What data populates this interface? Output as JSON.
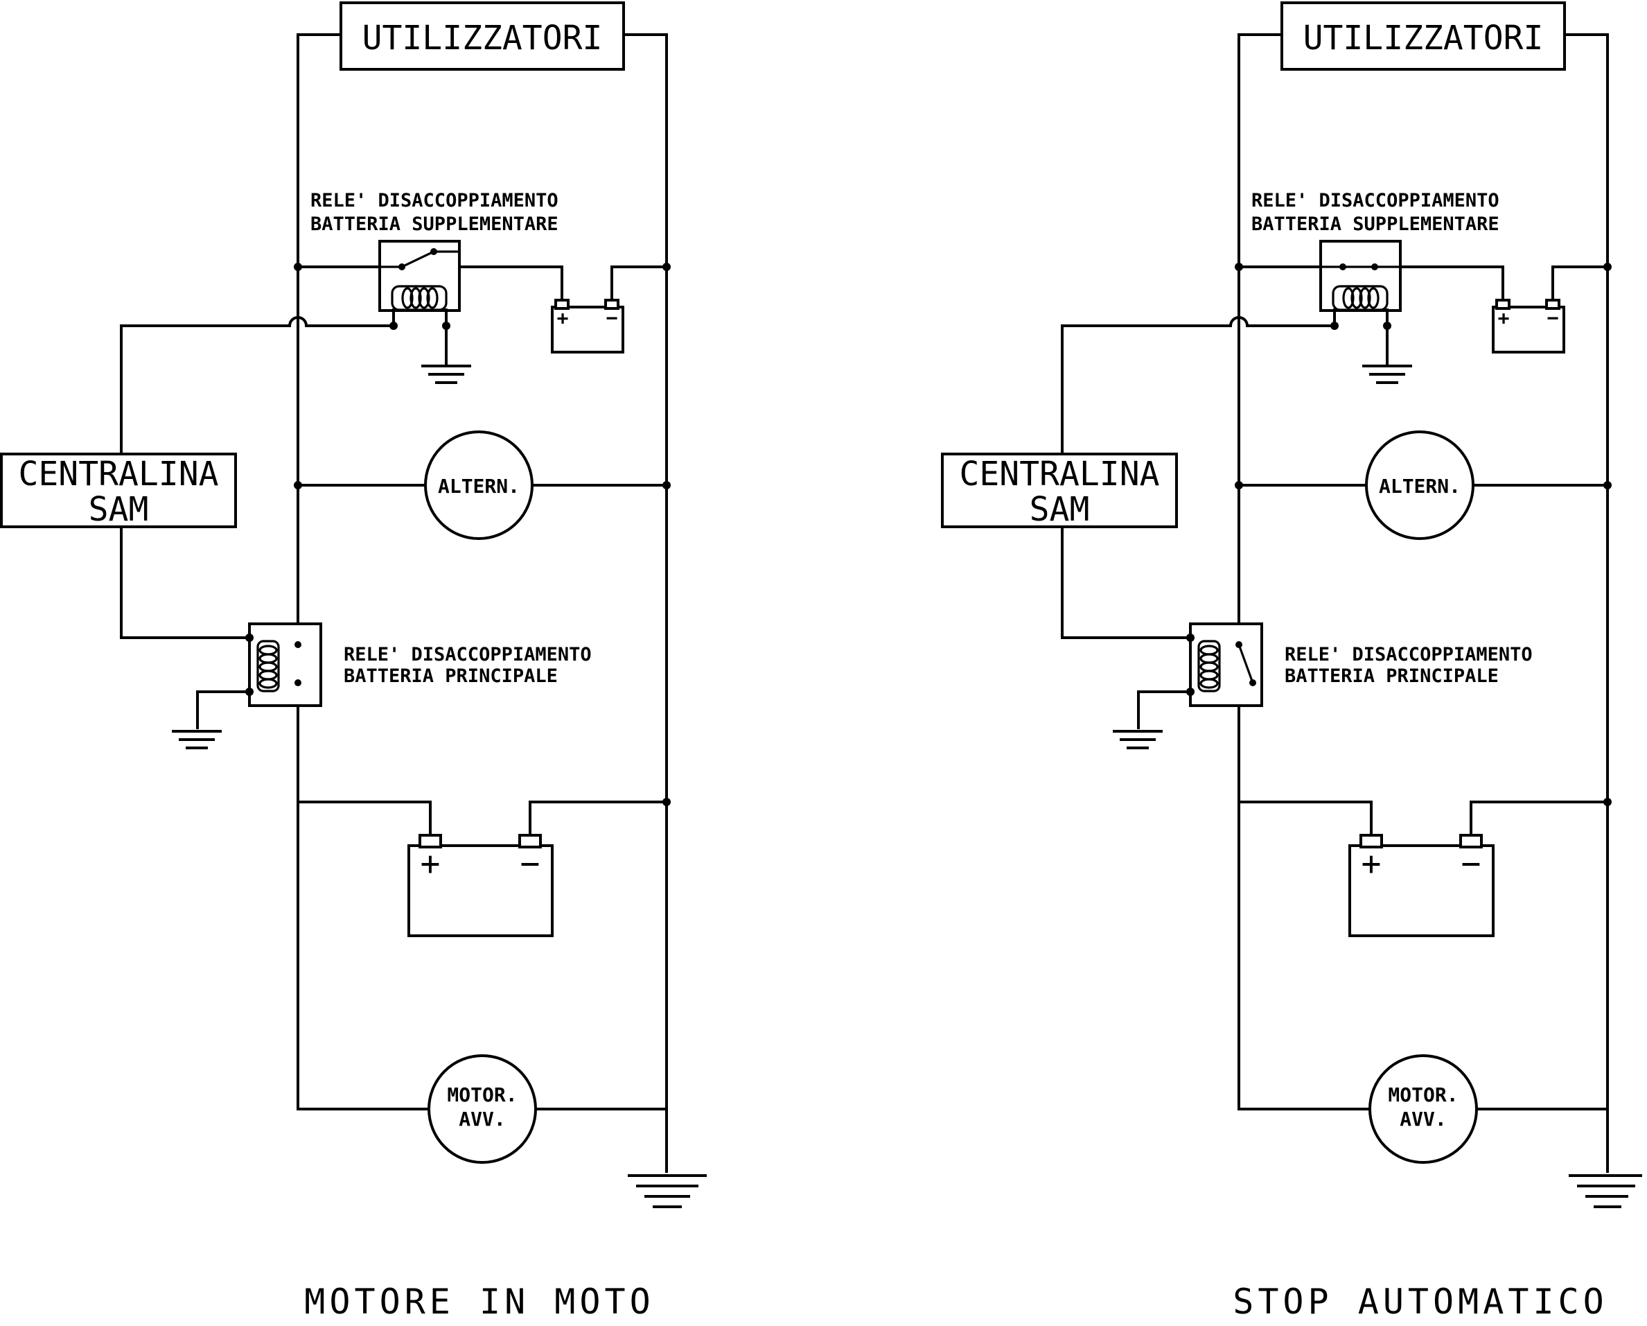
{
  "panels": [
    {
      "id": "left",
      "caption": "MOTORE IN MOTO",
      "utilizzatori": "UTILIZZATORI",
      "relay_top_line1": "RELE' DISACCOPPIAMENTO",
      "relay_top_line2": "BATTERIA SUPPLEMENTARE",
      "centralina_line1": "CENTRALINA",
      "centralina_line2": "SAM",
      "alternator": "ALTERN.",
      "relay_main_line1": "RELE' DISACCOPPIAMENTO",
      "relay_main_line2": "BATTERIA PRINCIPALE",
      "starter_line1": "MOTOR.",
      "starter_line2": "AVV.",
      "aux_battery_plus": "+",
      "aux_battery_minus": "−",
      "main_battery_plus": "+",
      "main_battery_minus": "−"
    },
    {
      "id": "right",
      "caption": "STOP AUTOMATICO",
      "utilizzatori": "UTILIZZATORI",
      "relay_top_line1": "RELE' DISACCOPPIAMENTO",
      "relay_top_line2": "BATTERIA SUPPLEMENTARE",
      "centralina_line1": "CENTRALINA",
      "centralina_line2": "SAM",
      "alternator": "ALTERN.",
      "relay_main_line1": "RELE' DISACCOPPIAMENTO",
      "relay_main_line2": "BATTERIA PRINCIPALE",
      "starter_line1": "MOTOR.",
      "starter_line2": "AVV.",
      "aux_battery_plus": "+",
      "aux_battery_minus": "−",
      "main_battery_plus": "+",
      "main_battery_minus": "−"
    }
  ]
}
